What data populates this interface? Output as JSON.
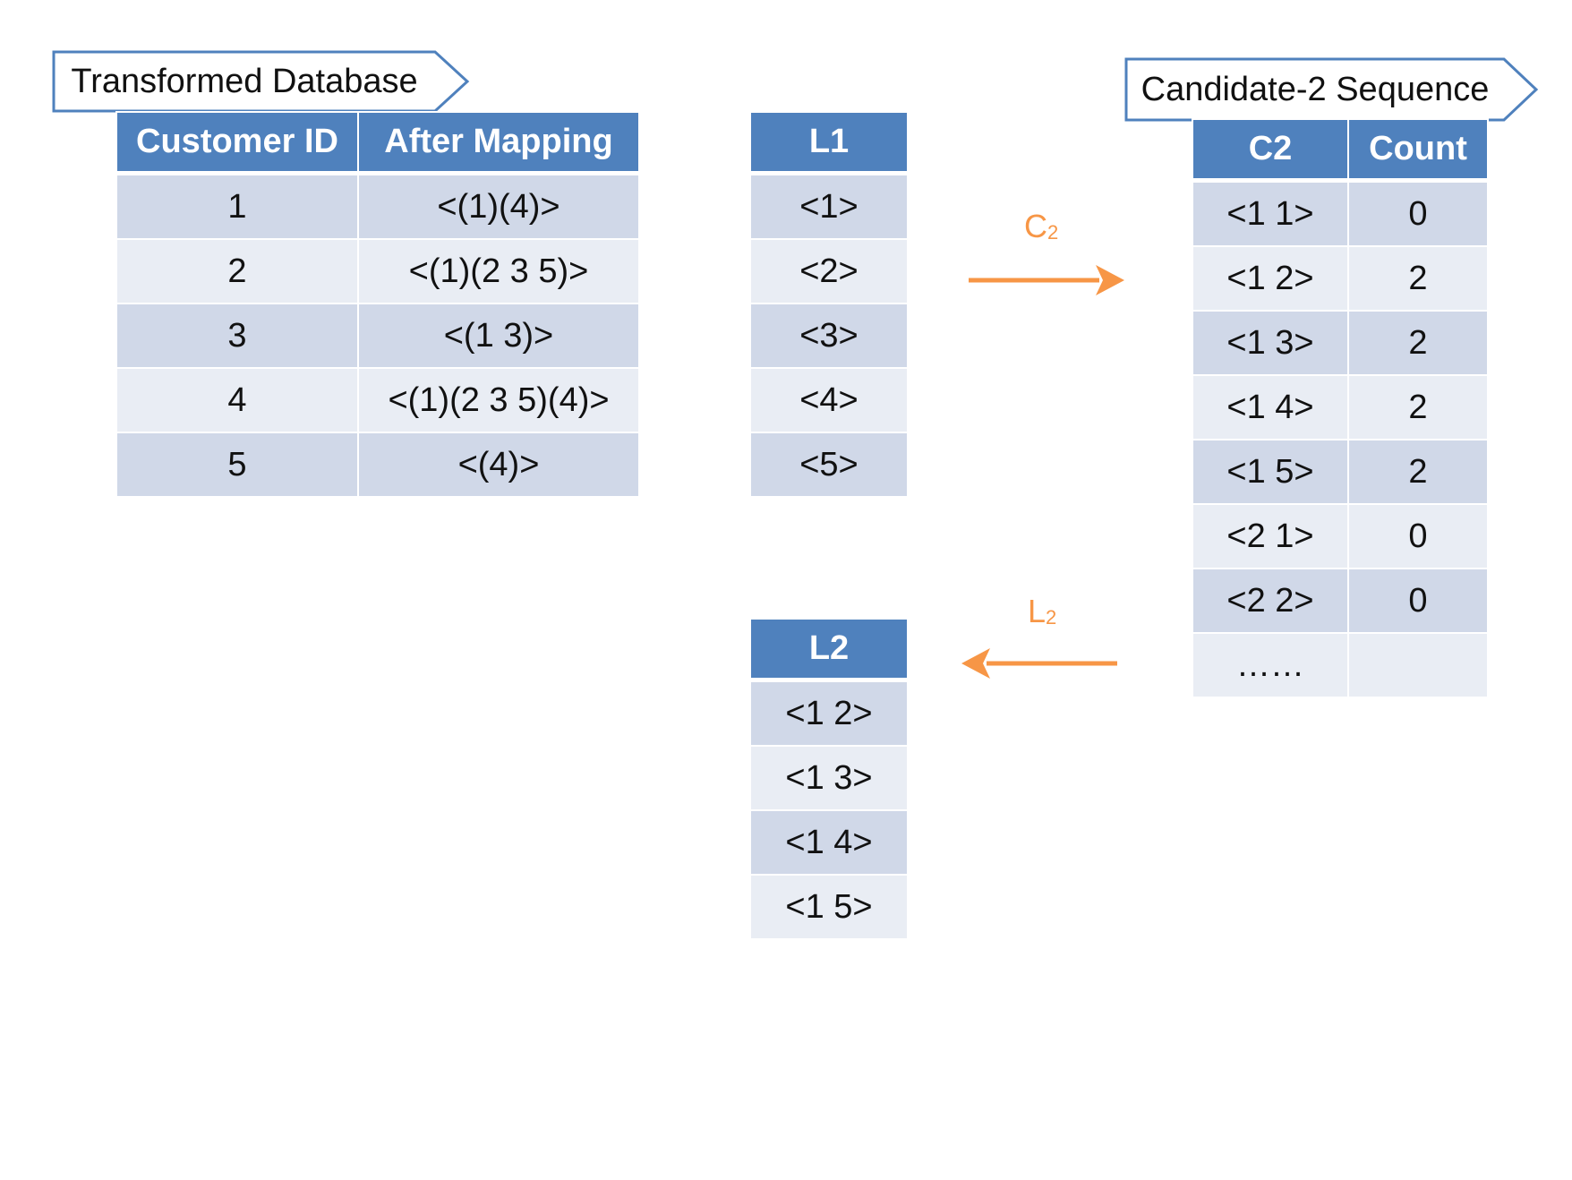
{
  "transformed_db": {
    "label": "Transformed Database",
    "headers": [
      "Customer ID",
      "After Mapping"
    ],
    "rows": [
      [
        "1",
        "<(1)(4)>"
      ],
      [
        "2",
        "<(1)(2 3 5)>"
      ],
      [
        "3",
        "<(1 3)>"
      ],
      [
        "4",
        "<(1)(2 3 5)(4)>"
      ],
      [
        "5",
        "<(4)>"
      ]
    ]
  },
  "l1": {
    "header": "L1",
    "rows": [
      "<1>",
      "<2>",
      "<3>",
      "<4>",
      "<5>"
    ]
  },
  "c2_table": {
    "label": "Candidate-2 Sequence",
    "headers": [
      "C2",
      "Count"
    ],
    "rows": [
      [
        "<1 1>",
        "0"
      ],
      [
        "<1 2>",
        "2"
      ],
      [
        "<1 3>",
        "2"
      ],
      [
        "<1 4>",
        "2"
      ],
      [
        "<1 5>",
        "2"
      ],
      [
        "<2 1>",
        "0"
      ],
      [
        "<2 2>",
        "0"
      ],
      [
        "……",
        ""
      ]
    ]
  },
  "l2": {
    "header": "L2",
    "rows": [
      "<1 2>",
      "<1 3>",
      "<1 4>",
      "<1 5>"
    ]
  },
  "arrows": {
    "to_c2": {
      "letter": "C",
      "sub": "2"
    },
    "to_l2": {
      "letter": "L",
      "sub": "2"
    }
  },
  "colors": {
    "header_blue": "#4f81bd",
    "row_dark": "#d0d8e8",
    "row_light": "#e9edf4",
    "arrow_orange": "#f79646",
    "label_border": "#4f81bd"
  }
}
